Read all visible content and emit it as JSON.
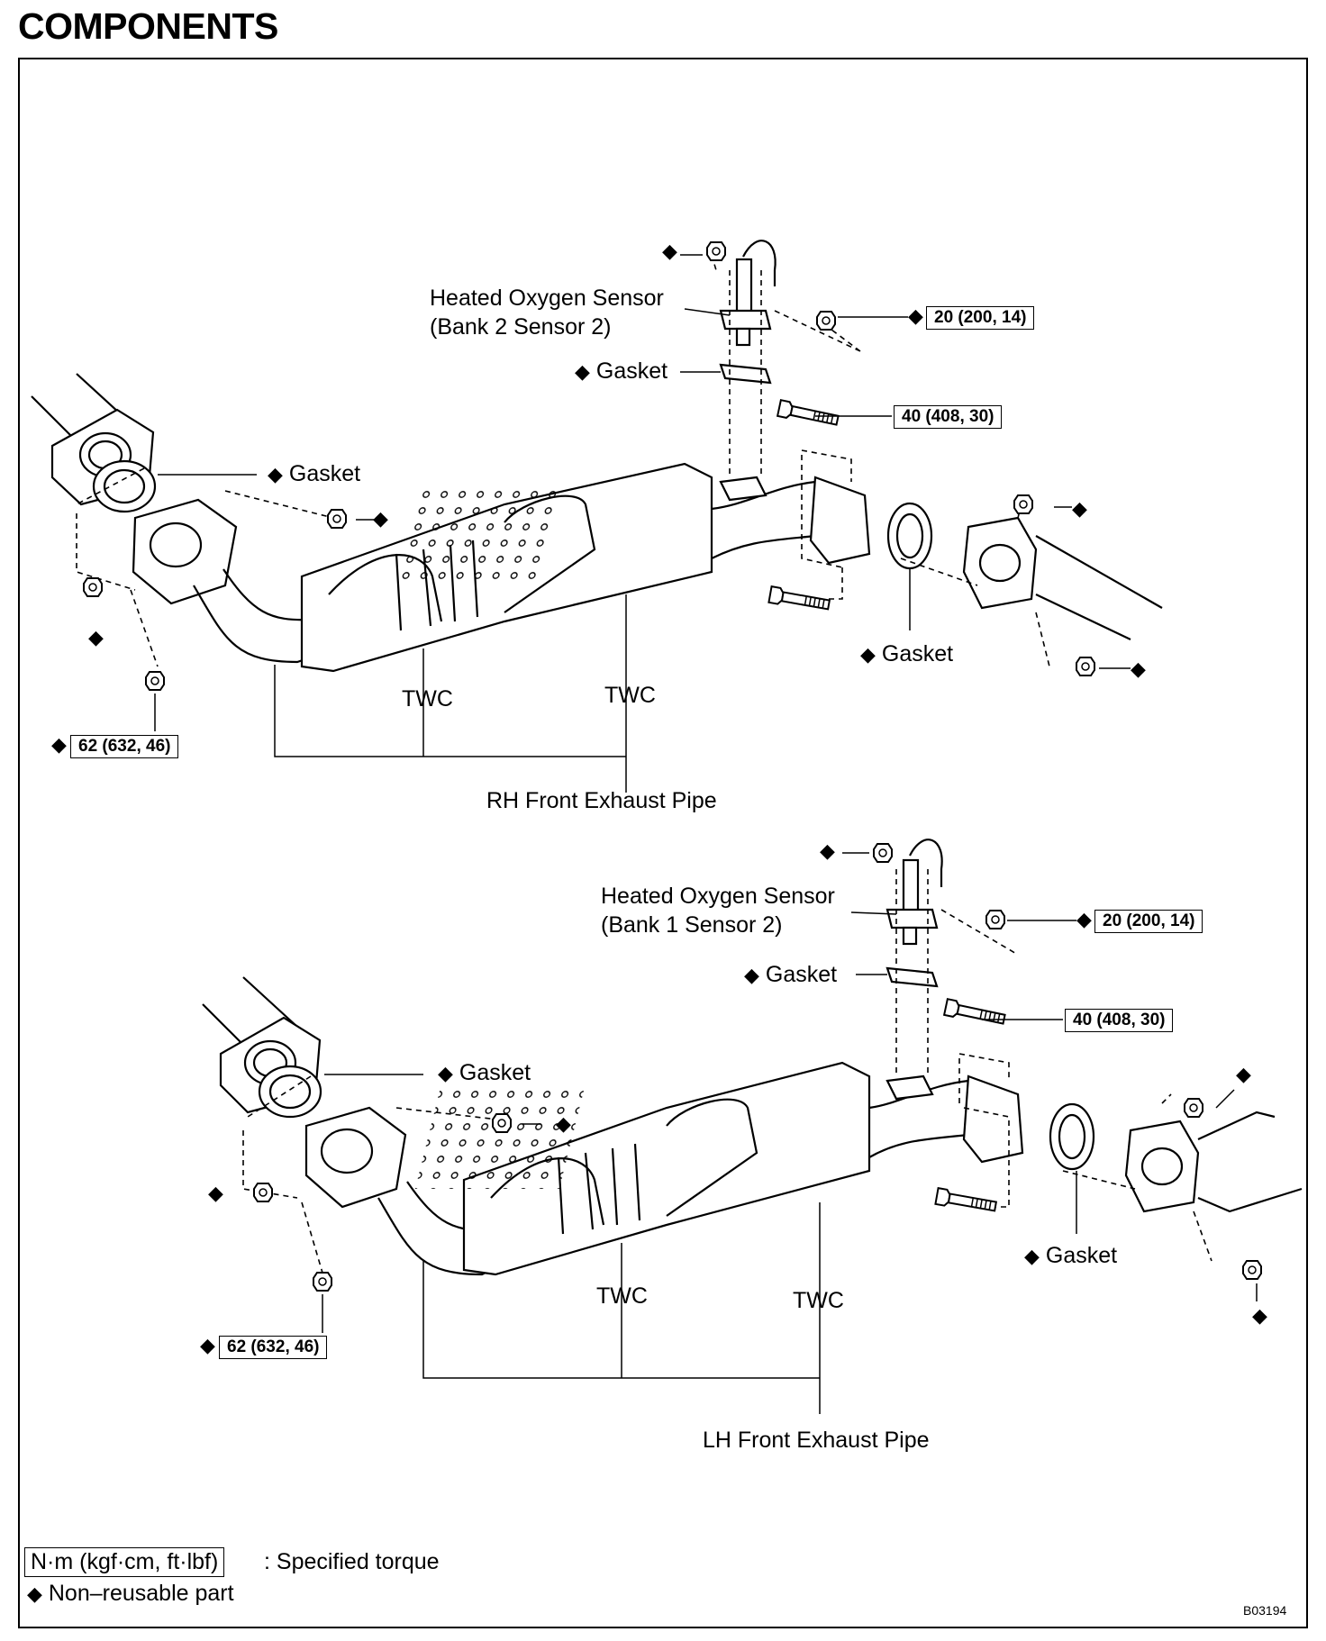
{
  "page": {
    "title": "COMPONENTS",
    "code": "B03194"
  },
  "symbols": {
    "non_reusable": "◆"
  },
  "rh": {
    "sensor_name": "Heated Oxygen Sensor",
    "sensor_bank": "(Bank 2 Sensor 2)",
    "gasket_sensor": "Gasket",
    "gasket_front": "Gasket",
    "gasket_rear": "Gasket",
    "torque_sensor": "20 (200, 14)",
    "torque_bolt": "40 (408, 30)",
    "torque_flange": "62 (632, 46)",
    "twc_1": "TWC",
    "twc_2": "TWC",
    "pipe_name": "RH Front Exhaust Pipe"
  },
  "lh": {
    "sensor_name": "Heated Oxygen Sensor",
    "sensor_bank": "(Bank 1 Sensor 2)",
    "gasket_sensor": "Gasket",
    "gasket_front": "Gasket",
    "gasket_rear": "Gasket",
    "torque_sensor": "20 (200, 14)",
    "torque_bolt": "40 (408, 30)",
    "torque_flange": "62 (632, 46)",
    "twc_1": "TWC",
    "twc_2": "TWC",
    "pipe_name": "LH Front Exhaust Pipe"
  },
  "legend": {
    "unit_box": "N·m (kgf·cm, ft·lbf)",
    "unit_desc": ": Specified torque",
    "non_reusable_desc": "Non–reusable part"
  }
}
